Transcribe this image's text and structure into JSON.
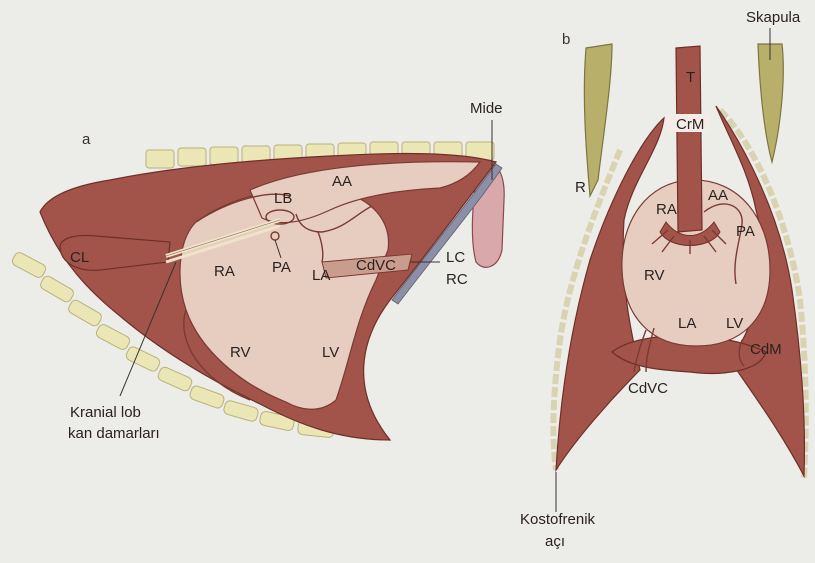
{
  "panel_a": {
    "letter": "a",
    "labels": {
      "mide": "Mide",
      "lb": "LB",
      "aa": "AA",
      "cl": "CL",
      "ra": "RA",
      "pa": "PA",
      "la": "LA",
      "cdvc": "CdVC",
      "lc": "LC",
      "rc": "RC",
      "rv": "RV",
      "lv": "LV"
    },
    "caption_line1": "Kranial lob",
    "caption_line2": "kan damarları"
  },
  "panel_b": {
    "letter": "b",
    "labels": {
      "skapula": "Skapula",
      "t": "T",
      "crm": "CrM",
      "r": "R",
      "ra": "RA",
      "aa": "AA",
      "pa": "PA",
      "rv": "RV",
      "la": "LA",
      "lv": "LV",
      "cdm": "CdM",
      "cdvc": "CdVC"
    },
    "caption_line1": "Kostofrenik",
    "caption_line2": "açı"
  },
  "colors": {
    "dark_tissue": "#a2544b",
    "light_tissue": "#e6cdc0",
    "bone": "#ebe6b6",
    "scapula": "#b8b06a",
    "stomach": "#d8a8ab",
    "background": "#ecece8"
  }
}
